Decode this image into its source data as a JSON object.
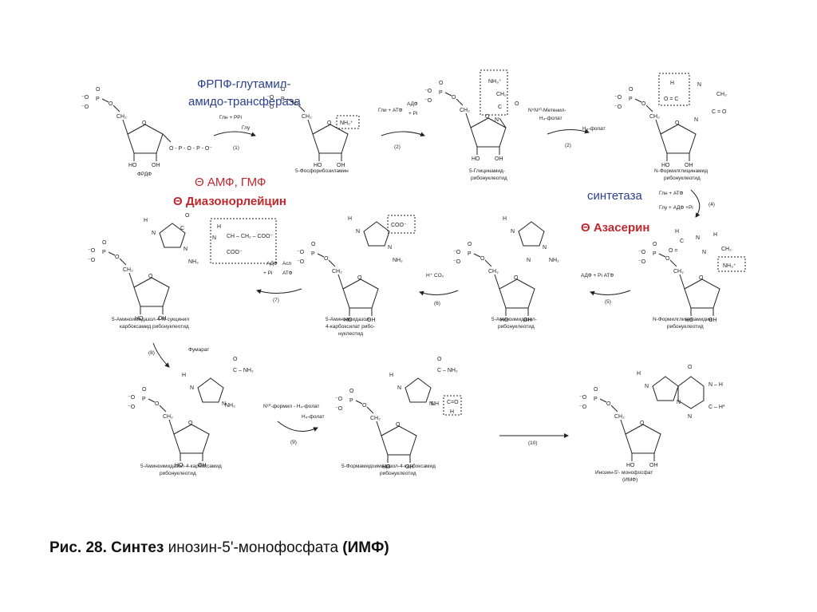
{
  "enzyme_labels": {
    "amidotransferase_line1": "ФРПФ-глутамил-",
    "amidotransferase_line2": "амидо-трансфераза",
    "synthetase": "синтетаза"
  },
  "inhibitors": {
    "amf_gmf": "Θ АМФ, ГМФ",
    "diazonorleucine": "Θ Диазонорлейцин",
    "azaserine": "Θ Азасерин"
  },
  "compounds": {
    "prpp": "ФРДФ",
    "phosphoribosylamine": "5-Фосфорибозиламин",
    "gar_1": "5-Глицинамид-",
    "gar_2": "рибонуклеотид",
    "fgar_1": "N-Формилглицинамид",
    "fgar_2": "рибонуклеотид",
    "fgam_1": "N-Формилглицинамидин",
    "fgam_2": "рибонуклеотид",
    "air_1": "5-Аминоимидазол-",
    "air_2": "рибонуклеотид",
    "cair_1": "5-Аминоимидазол-",
    "cair_2": "4-карбоксилат рибо-",
    "cair_3": "нуклеотид",
    "saicar_1": "5-Аминоимидазол-4-N-сукцинил",
    "saicar_2": "карбоксамид рибонуклеотид",
    "aicar_1": "5-Аминоимидазол-4-карбоксамид",
    "aicar_2": "рибонуклеотид",
    "faicar_1": "5-Формамидоимидазол-4-карбоксамид",
    "faicar_2": "рибонуклеотид",
    "imp_1": "Инозин-5'- монофосфат",
    "imp_2": "(ИМФ)"
  },
  "reagents": {
    "r1_in": "Глн + PPi",
    "r1_out": "Глу",
    "r2_in": "Гли + АТФ",
    "r2_out_1": "АДФ",
    "r2_out_2": "+ Pi",
    "r3_in_1": "N⁵N¹⁰-Метенил-",
    "r3_in_2": "H₄-фолат",
    "r3_out": "H₄-фолат",
    "r4_in": "Глн + АТФ",
    "r4_out": "Глу + АДФ +Pi",
    "r5_in": "АДФ + Pi  АТФ",
    "r6_in": "H⁺  CO₂",
    "r7_in_1": "АДФ",
    "r7_in_2": "+ Pi",
    "r7_out_1": "Асп",
    "r7_out_2": "АТФ",
    "r8_out": "Фумарат",
    "r9_in": "N¹⁰-формил - H₄-фолат",
    "r9_out": "H₄-фолат"
  },
  "step_numbers": [
    "(1)",
    "(2)",
    "(2)",
    "(4)",
    "(5)",
    "(6)",
    "(7)",
    "(8)",
    "(9)",
    "(10)"
  ],
  "caption": {
    "prefix": "Рис. 28. Синтез",
    "middle": " инозин-5'-монофосфата ",
    "suffix": "(ИМФ)"
  },
  "colors": {
    "enzyme_text": "#2a3f8f",
    "inhibitor_text": "#c0282d"
  }
}
